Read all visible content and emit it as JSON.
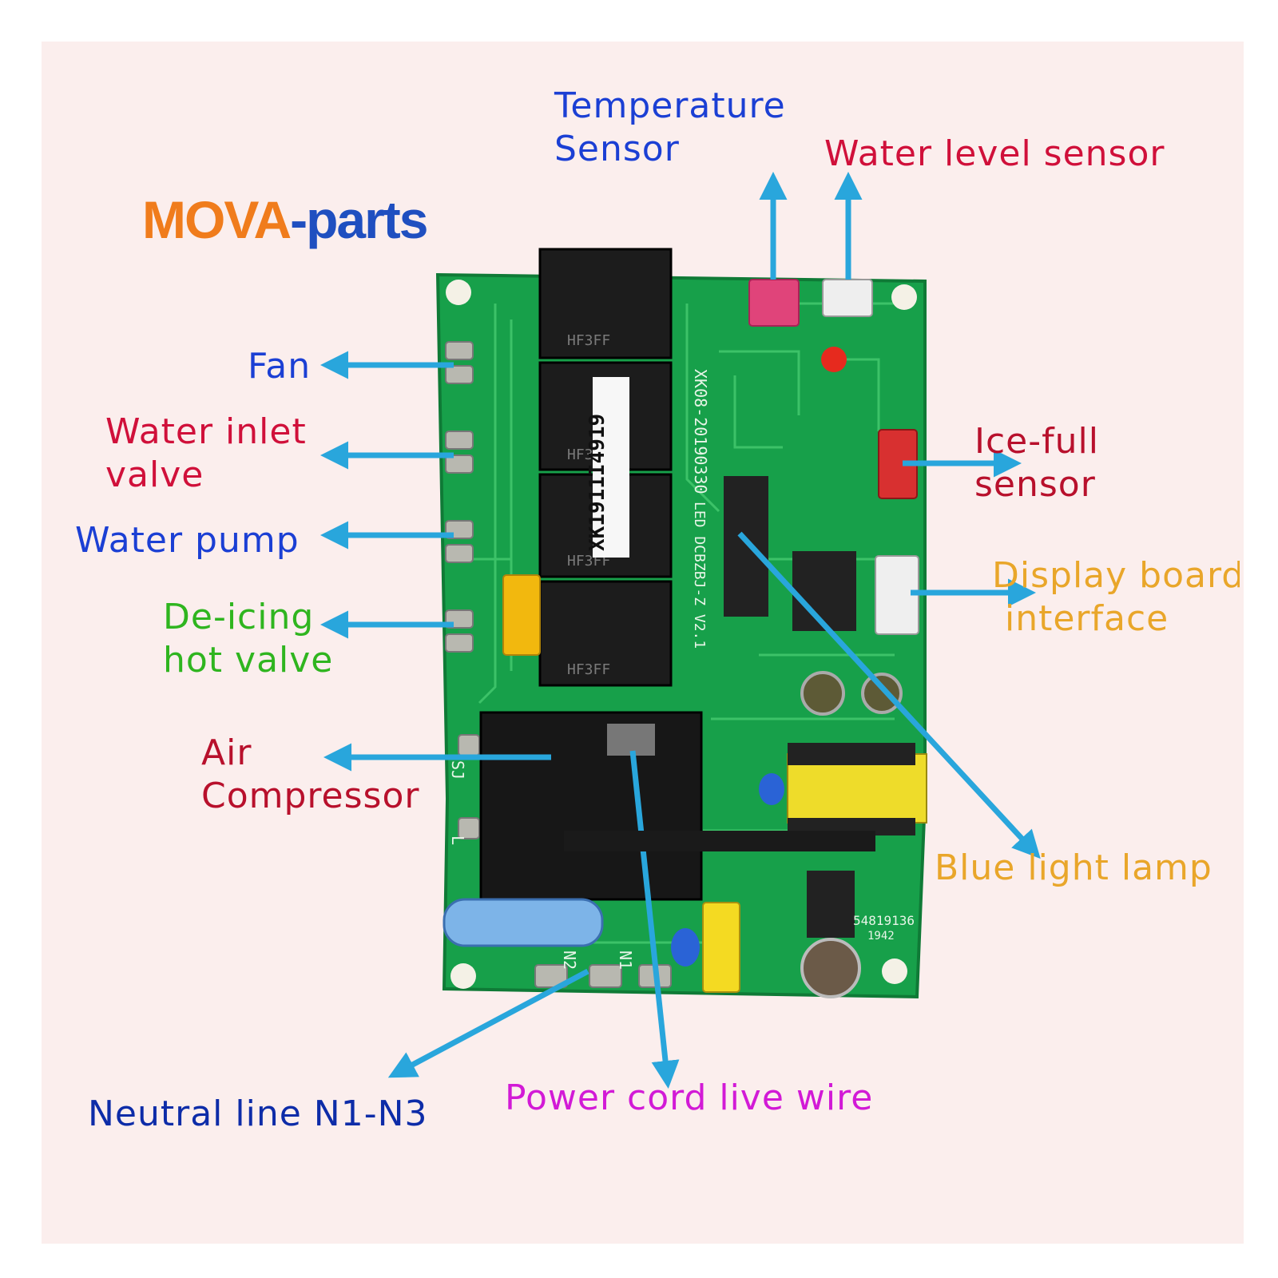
{
  "brand": {
    "part1": "MOVA",
    "part2": "-parts",
    "color1": "#f07c1c",
    "color2": "#1f4fc0"
  },
  "board": {
    "model_text": "XK08-20190330",
    "version_text": "LED DCBZBJ-Z V2.1",
    "sticker_text": "XK1911I4919",
    "relay_text": "HF3FF",
    "code_text": "54819136",
    "code_sub": "1942",
    "neutral_marks": [
      "N2",
      "N1"
    ],
    "side_marks": [
      "SJ",
      "L"
    ],
    "colors": {
      "pcb": "#17a04a",
      "trace": "#3cc268",
      "relay": "#1c1c1c",
      "arrow": "#29a6dc"
    }
  },
  "labels": {
    "temperature_sensor": [
      "Temperature",
      "Sensor"
    ],
    "water_level_sensor": "Water level sensor",
    "fan": "Fan",
    "water_inlet_valve": [
      "Water inlet",
      "valve"
    ],
    "water_pump": "Water pump",
    "deicing_hot_valve": [
      "De-icing",
      "hot valve"
    ],
    "air_compressor": [
      "Air",
      "Compressor"
    ],
    "ice_full_sensor": [
      "Ice-full",
      "sensor"
    ],
    "display_board_interface": [
      "Display board",
      "interface"
    ],
    "blue_light_lamp": "Blue light lamp",
    "neutral_line": "Neutral line N1-N3",
    "power_cord_live_wire": "Power cord live wire"
  }
}
